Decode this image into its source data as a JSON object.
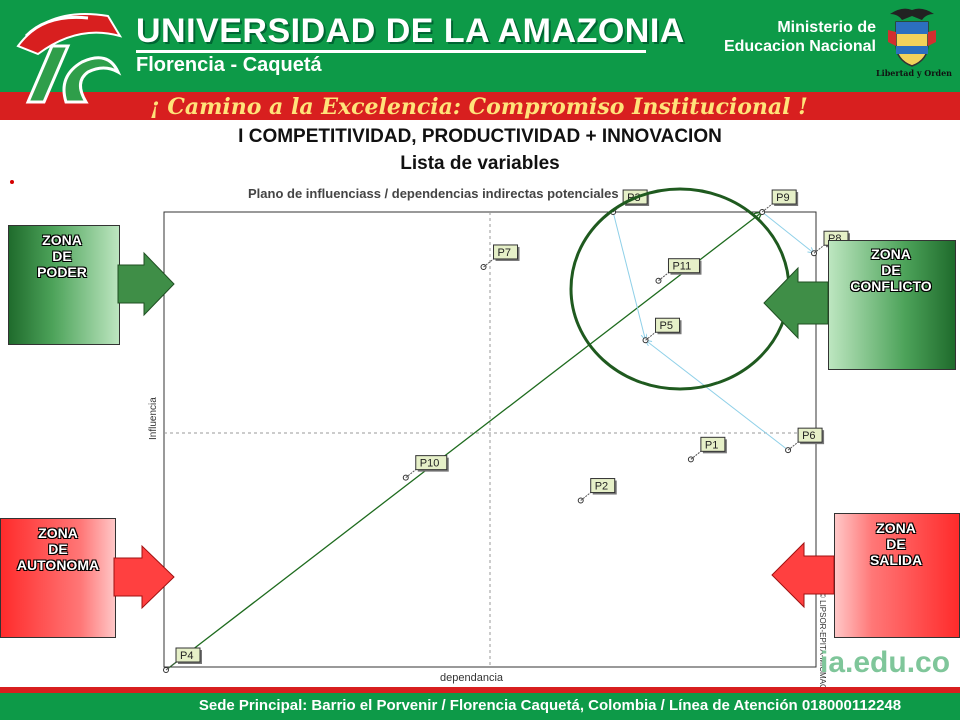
{
  "header": {
    "university": "UNIVERSIDAD DE LA AMAZONIA",
    "city": "Florencia - Caquetá",
    "ministry_line1": "Ministerio de",
    "ministry_line2": "Educacion Nacional",
    "motto": "Libertad y Orden",
    "slogan": "¡ Camino a la Excelencia: Compromiso Institucional !"
  },
  "slide": {
    "title": "I  COMPETITIVIDAD, PRODUCTIVIDAD + INNOVACION",
    "subtitle": "Lista de variables"
  },
  "zones": {
    "poder": [
      "ZONA",
      "DE",
      "PODER"
    ],
    "conflicto": [
      "ZONA",
      "DE",
      "CONFLICTO"
    ],
    "autonoma": [
      "ZONA",
      "DE",
      "AUTONOMA"
    ],
    "salida": [
      "ZONA",
      "DE",
      "SALIDA"
    ]
  },
  "colors": {
    "header_green": "#0d9a48",
    "band_red": "#d81f1f",
    "ellipse": "#1f5a1f",
    "diagonal": "#1e6b1e",
    "arrow_link": "#8fd0e8"
  },
  "chart_data": {
    "type": "scatter",
    "title": "Plano de influenciass / dependencias indirectas potenciales",
    "xlabel": "dependancia",
    "ylabel": "Influencia",
    "side_label": "© LIPSOR-EPITA-MICMAC",
    "xlim": [
      0,
      100
    ],
    "ylim": [
      0,
      100
    ],
    "x_mid": 50,
    "y_mid": 50,
    "grid": false,
    "points": [
      {
        "label": "P1",
        "x": 81,
        "y": 46
      },
      {
        "label": "P2",
        "x": 64,
        "y": 37
      },
      {
        "label": "P3",
        "x": 69,
        "y": 100
      },
      {
        "label": "P4",
        "x": 0,
        "y": 0
      },
      {
        "label": "P5",
        "x": 74,
        "y": 72
      },
      {
        "label": "P6",
        "x": 96,
        "y": 48
      },
      {
        "label": "P7",
        "x": 49,
        "y": 88
      },
      {
        "label": "P8",
        "x": 100,
        "y": 91
      },
      {
        "label": "P9",
        "x": 92,
        "y": 100
      },
      {
        "label": "P10",
        "x": 37,
        "y": 42
      },
      {
        "label": "P11",
        "x": 76,
        "y": 85
      }
    ],
    "links": [
      {
        "from": "P4",
        "to": "P9"
      },
      {
        "from": "P3",
        "to": "P5"
      },
      {
        "from": "P6",
        "to": "P5"
      },
      {
        "from": "P9",
        "to": "P8"
      }
    ],
    "highlight": "ellipse around upper-right quadrant"
  },
  "footer": {
    "address": "Sede Principal: Barrio el Porvenir  /  Florencia Caquetá, Colombia  /  Línea de Atención 01800011224‍8",
    "url_fragment": "ia.edu.co"
  }
}
